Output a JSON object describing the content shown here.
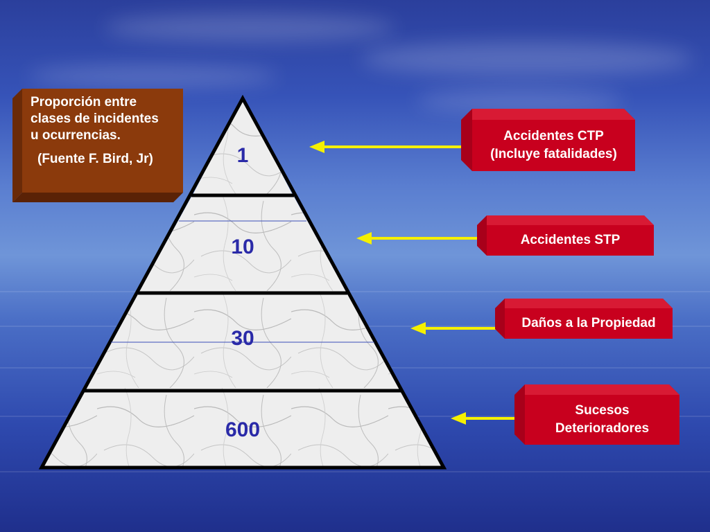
{
  "note": {
    "text_line1": "Proporción entre",
    "text_line2": "clases de incidentes",
    "text_line3": "u ocurrencias.",
    "source": "(Fuente  F. Bird, Jr)"
  },
  "pyramid": {
    "levels": [
      {
        "value": "1"
      },
      {
        "value": "10"
      },
      {
        "value": "30"
      },
      {
        "value": "600"
      }
    ]
  },
  "labels": [
    {
      "line1": "Accidentes CTP",
      "line2": "(Incluye fatalidades)"
    },
    {
      "line1": "Accidentes STP",
      "line2": ""
    },
    {
      "line1": "Daños a la Propiedad",
      "line2": ""
    },
    {
      "line1": "Sucesos",
      "line2": "Deterioradores"
    }
  ],
  "colors": {
    "note_bg": "#8b3a0c",
    "label_bg": "#c8001e",
    "arrow": "#f5f000",
    "number": "#2a2aa8"
  }
}
